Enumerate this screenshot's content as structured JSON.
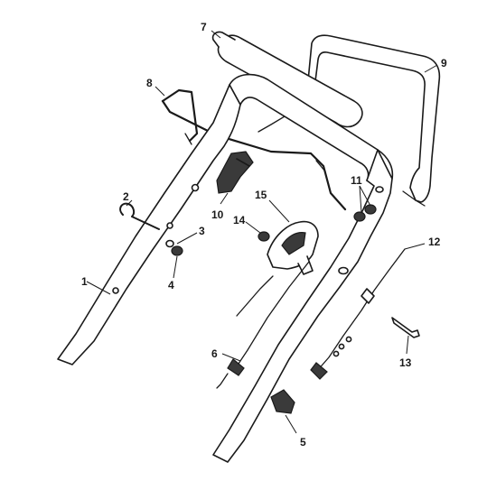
{
  "diagram": {
    "callouts": [
      "1",
      "2",
      "3",
      "4",
      "5",
      "6",
      "7",
      "8",
      "9",
      "10",
      "11",
      "12",
      "13",
      "14",
      "15"
    ]
  }
}
